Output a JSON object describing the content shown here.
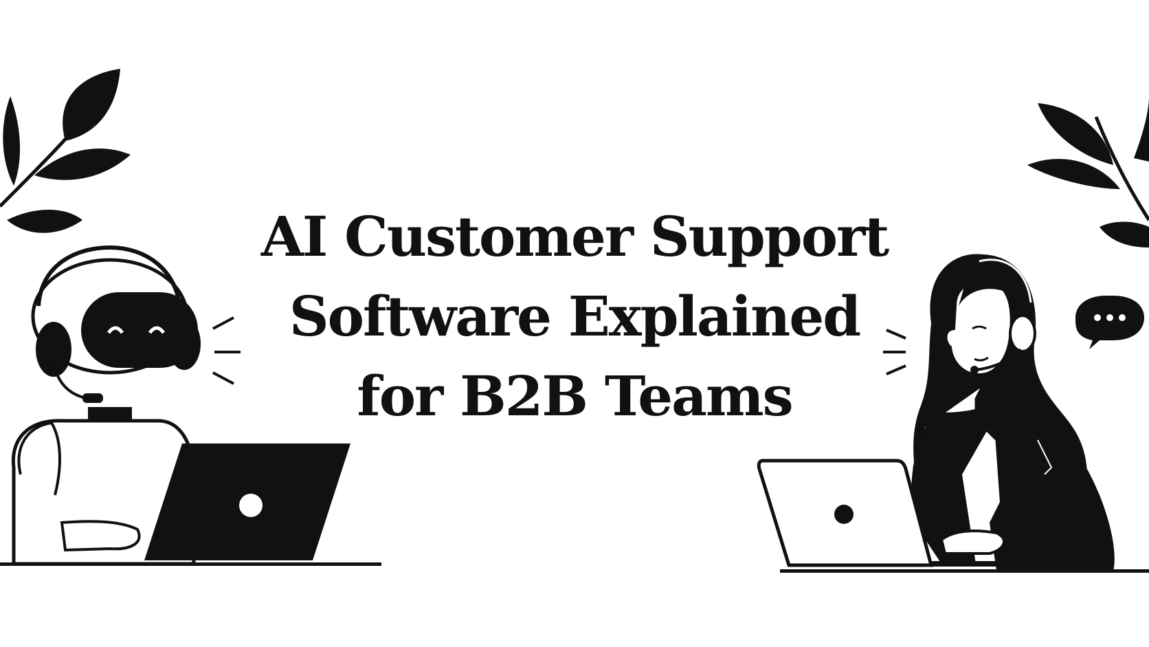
{
  "title": {
    "lines": [
      "AI Customer Support",
      "Software Explained",
      "for B2B Teams"
    ]
  },
  "colors": {
    "background": "#ffffff",
    "ink": "#111111"
  },
  "illustration": {
    "left_figure": "robot-agent-with-headset-icon",
    "right_figure": "human-agent-with-headset-icon",
    "speech_bubble": "chat-dots-icon",
    "decoration": "leaf-branch-icon"
  }
}
